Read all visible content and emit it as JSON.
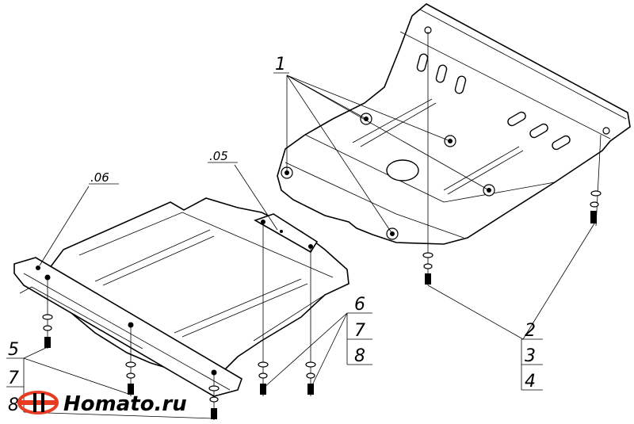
{
  "labels": {
    "part_1": "1",
    "part_2": "2",
    "part_3": "3",
    "part_4": "4",
    "part_5": "5",
    "part_6": "6",
    "part_7_right": "7",
    "part_8_right": "8",
    "part_7_left": "7",
    "part_8_left": "8",
    "part_05": ".05",
    "part_06": ".06"
  },
  "logo": {
    "text": "Homato.ru",
    "colors": {
      "accent": "#e63c22",
      "text": "#000000"
    }
  },
  "icons": [
    "logo-icon"
  ]
}
